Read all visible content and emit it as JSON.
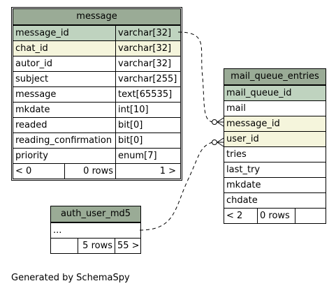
{
  "message_table": {
    "name": "message",
    "columns": [
      {
        "name": "message_id",
        "type": "varchar[32]"
      },
      {
        "name": "chat_id",
        "type": "varchar[32]"
      },
      {
        "name": "autor_id",
        "type": "varchar[32]"
      },
      {
        "name": "subject",
        "type": "varchar[255]"
      },
      {
        "name": "message",
        "type": "text[65535]"
      },
      {
        "name": "mkdate",
        "type": "int[10]"
      },
      {
        "name": "readed",
        "type": "bit[0]"
      },
      {
        "name": "reading_confirmation",
        "type": "bit[0]"
      },
      {
        "name": "priority",
        "type": "enum[7]"
      }
    ],
    "footer": {
      "parents": "< 0",
      "rows": "0 rows",
      "children": "1 >"
    }
  },
  "mail_queue_table": {
    "name": "mail_queue_entries",
    "columns": [
      "mail_queue_id",
      "mail",
      "message_id",
      "user_id",
      "tries",
      "last_try",
      "mkdate",
      "chdate"
    ],
    "footer": {
      "parents": "< 2",
      "rows": "0 rows"
    }
  },
  "auth_user_table": {
    "name": "auth_user_md5",
    "body": "...",
    "footer": {
      "parents": "",
      "rows": "5 rows",
      "children": "55 >"
    }
  },
  "credit": "Generated by SchemaSpy",
  "colors": {
    "header": "#9aab96",
    "primary_key": "#bfd3bf",
    "foreign_key": "#f5f5dc"
  }
}
